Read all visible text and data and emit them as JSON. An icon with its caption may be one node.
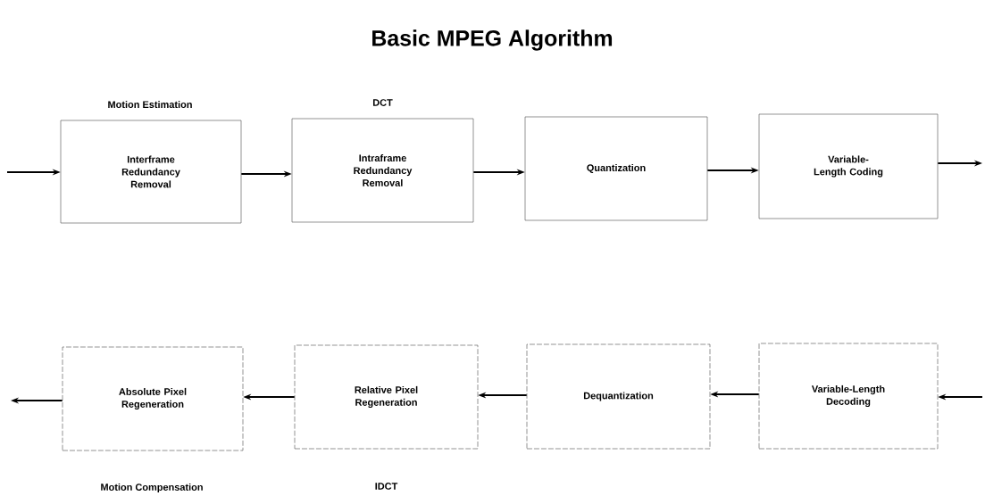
{
  "diagram": {
    "title": "Basic MPEG Algorithm",
    "nodes": [
      {
        "text": [
          "Interframe Redundancy Removal"
        ],
        "beside": [
          "Motion Estimation"
        ]
      },
      {
        "text": [
          "Intraframe Redundancy Removal"
        ],
        "beside": [
          "DCT"
        ]
      },
      {
        "text": [
          "Quantization"
        ]
      },
      {
        "text": [
          "Variable-Length Coding"
        ]
      },
      {
        "text": [
          "Absolute Pixel Regeneration"
        ],
        "beside": [
          "Motion Compensation"
        ]
      },
      {
        "text": [
          "Relative Pixel Regeneration"
        ],
        "beside": [
          "IDCT"
        ]
      },
      {
        "text": [
          "Dequantization"
        ]
      },
      {
        "text": [
          "Variable-Length Decoding"
        ]
      }
    ],
    "edges": [
      {
        "from": null,
        "to": 0,
        "arrow": "to"
      },
      {
        "from": 0,
        "to": 1,
        "arrow": "to"
      },
      {
        "from": 1,
        "to": 2,
        "arrow": "to"
      },
      {
        "from": 2,
        "to": 3,
        "arrow": "to"
      },
      {
        "from": 3,
        "to": null,
        "arrow": "to"
      },
      {
        "from": null,
        "to": 7,
        "arrow": "to"
      },
      {
        "from": 7,
        "to": 6,
        "arrow": "to"
      },
      {
        "from": 6,
        "to": 5,
        "arrow": "to"
      },
      {
        "from": 5,
        "to": 4,
        "arrow": "to"
      },
      {
        "from": 4,
        "to": null,
        "arrow": "to"
      }
    ]
  }
}
